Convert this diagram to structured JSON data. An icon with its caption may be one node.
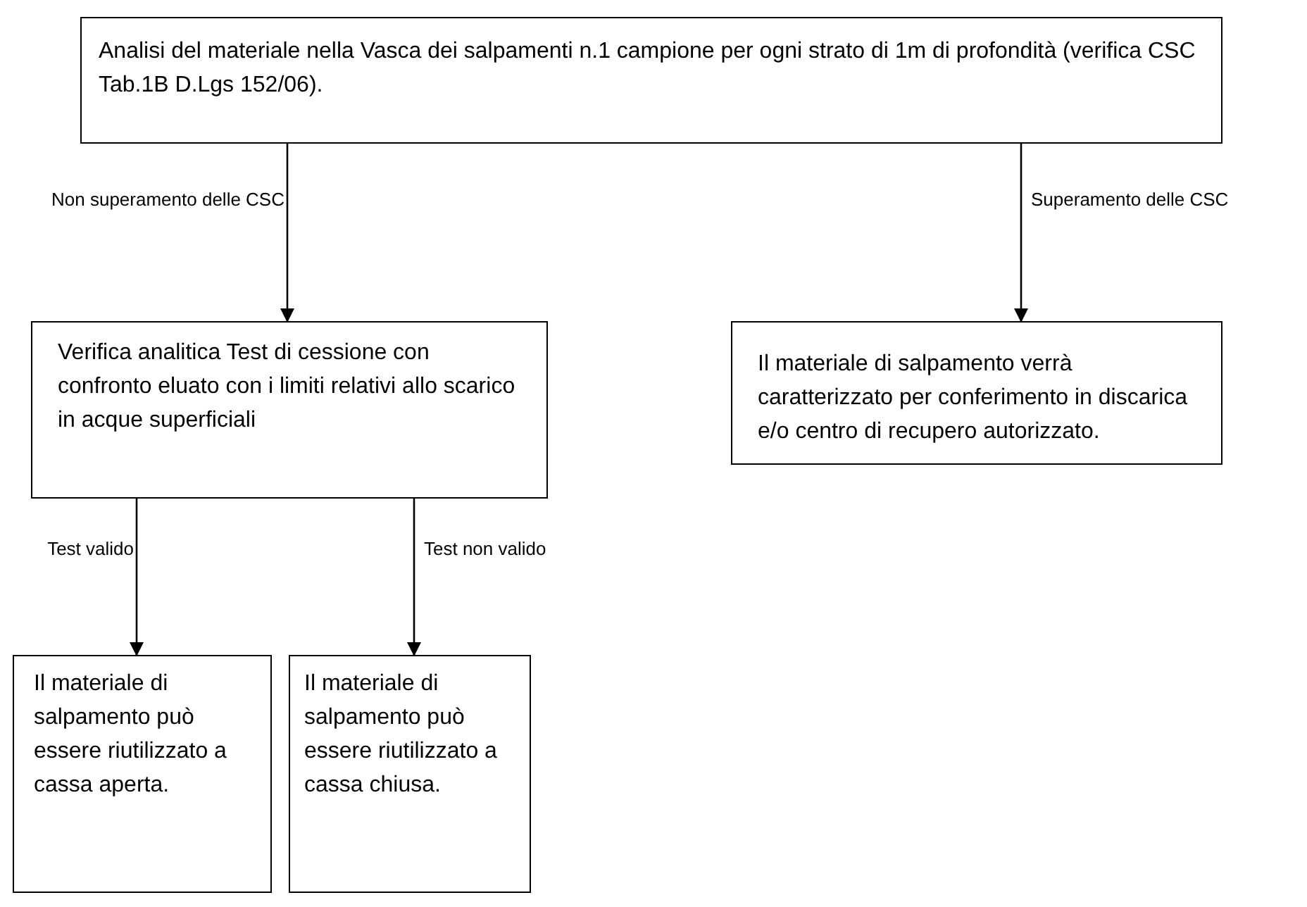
{
  "diagram": {
    "nodes": [
      {
        "text": [
          "Analisi del materiale nella Vasca dei salpamenti n.1 campione per ogni strato di 1m di profondità (verifica CSC Tab.1B D.Lgs 152/06)."
        ]
      },
      {
        "text": [
          "Verifica analitica Test di cessione con confronto eluato con i limiti relativi allo scarico in acque superficiali"
        ]
      },
      {
        "text": [
          "Il materiale di salpamento verrà caratterizzato per conferimento in discarica e/o centro di recupero autorizzato."
        ]
      },
      {
        "text": [
          "Il materiale di salpamento può essere riutilizzato a cassa aperta."
        ]
      },
      {
        "text": [
          "Il materiale di salpamento può essere riutilizzato a cassa chiusa."
        ]
      }
    ],
    "edges": [
      {
        "from": 0,
        "to": 1,
        "arrow": "to",
        "label": "Non superamento delle CSC"
      },
      {
        "from": 0,
        "to": 2,
        "arrow": "to",
        "label": "Superamento delle CSC"
      },
      {
        "from": 1,
        "to": 3,
        "arrow": "to",
        "label": "Test valido"
      },
      {
        "from": 1,
        "to": 4,
        "arrow": "to",
        "label": "Test non valido"
      }
    ]
  }
}
